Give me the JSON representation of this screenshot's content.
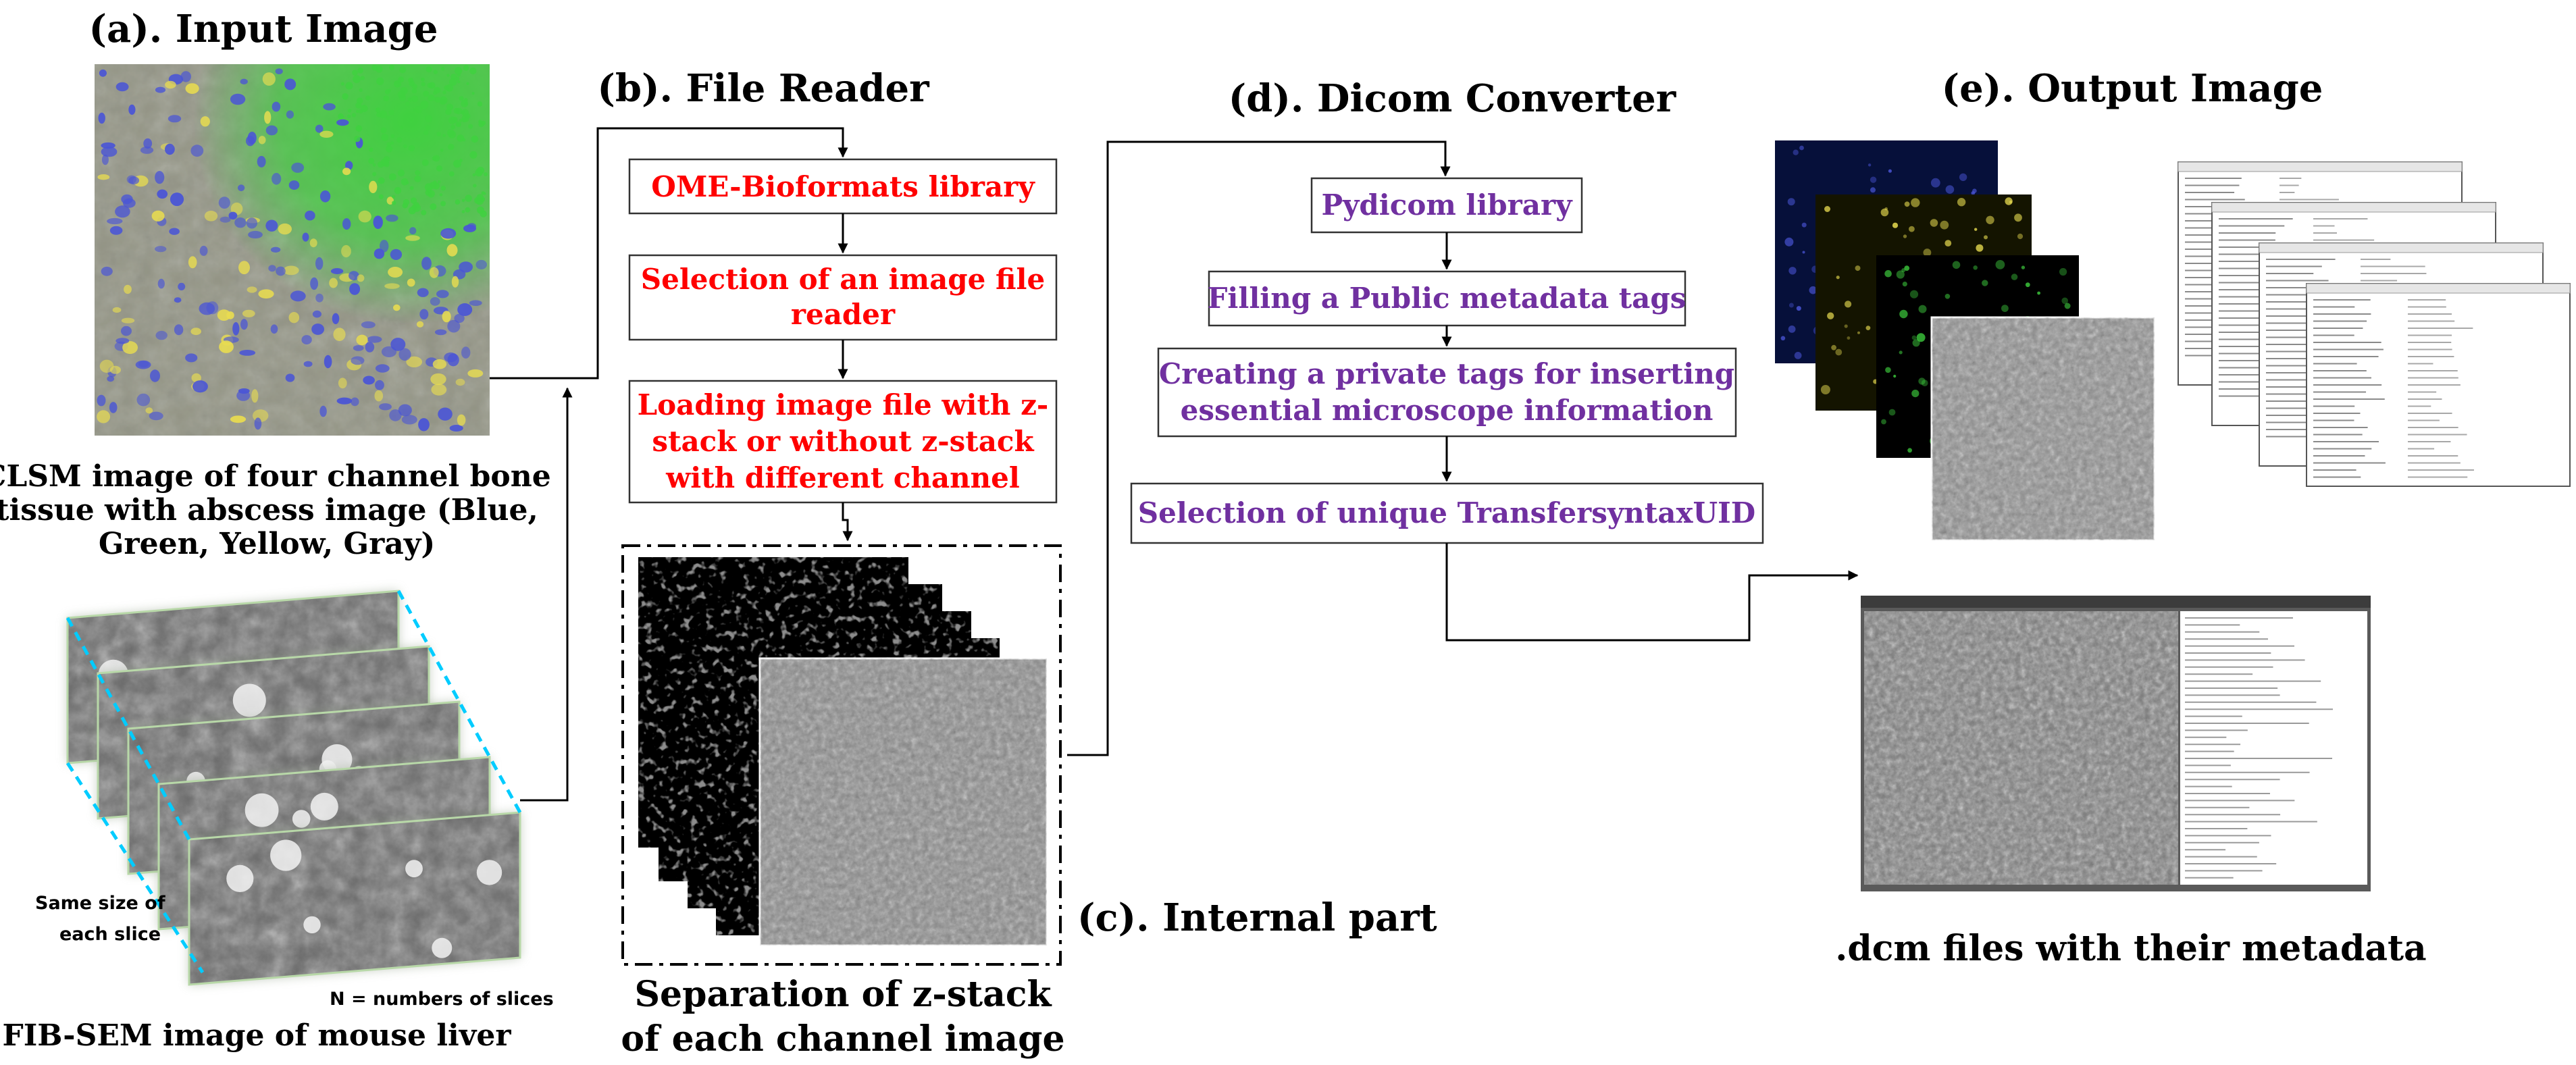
{
  "titles": {
    "a": "(a). Input Image",
    "b": "(b). File Reader",
    "c": "(c). Internal part",
    "d": "(d). Dicom Converter",
    "e": "(e). Output Image"
  },
  "input": {
    "clsm_caption": [
      "CLSM image of four channel bone",
      "tissue with abscess image (Blue,",
      "Green, Yellow, Gray)"
    ],
    "same_size": [
      "Same size of",
      "each slice"
    ],
    "n_slices": "N = numbers of slices",
    "fib_caption": "FIB-SEM image of mouse liver"
  },
  "reader_boxes": [
    [
      "OME-Bioformats library"
    ],
    [
      "Selection of an image file",
      "reader"
    ],
    [
      "Loading image file with z-",
      "stack or without z-stack",
      "with different channel"
    ]
  ],
  "internal": {
    "caption": [
      "Separation of z-stack",
      "of each channel image"
    ]
  },
  "converter_boxes": [
    [
      "Pydicom library"
    ],
    [
      "Filling a Public metadata tags"
    ],
    [
      "Creating a private tags for inserting",
      "essential microscope information"
    ],
    [
      "Selection of unique TransfersyntaxUID"
    ]
  ],
  "output": {
    "caption": ".dcm files with their metadata"
  },
  "colors": {
    "reader_text": "#ff0000",
    "converter_text": "#7030a0",
    "slice_border": "#00ccff",
    "clsm_green": "#3fd13f",
    "clsm_blue": "#4a55d6",
    "clsm_yellow": "#e8dc50"
  }
}
